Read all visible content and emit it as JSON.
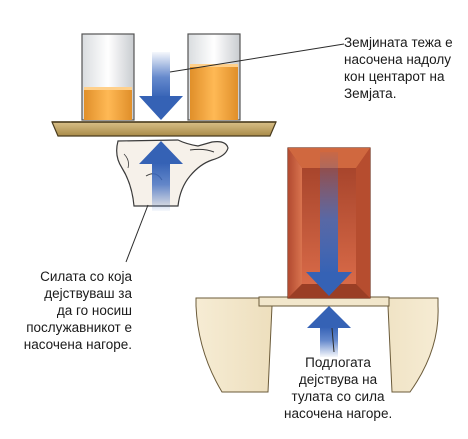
{
  "labels": {
    "earth_gravity": [
      "Земјината тежа е",
      "насочена надолу",
      "кон центарот на",
      "Земјата."
    ],
    "hand_force": [
      "Силата со која",
      "дејствуваш за",
      "да го носиш",
      "послужавникот е",
      "насочена нагоре."
    ],
    "ground_force": [
      "Подлогата",
      "дејствува на",
      "тулата со сила",
      "насочена нагоре."
    ]
  },
  "colors": {
    "arrow_down": "#3f6cc0",
    "arrow_up": "#3f6cc0",
    "tray": "#c9ae6c",
    "liquid": "#f0a63d",
    "brick": "#c0523a",
    "brick_edge": "#8c3d24",
    "skin": "#f6f1ea",
    "ground": "#efe2c4"
  },
  "icons": [
    "glass-icon",
    "tray-icon",
    "hand-icon",
    "brick-icon",
    "arrow-down-icon",
    "arrow-up-icon"
  ]
}
